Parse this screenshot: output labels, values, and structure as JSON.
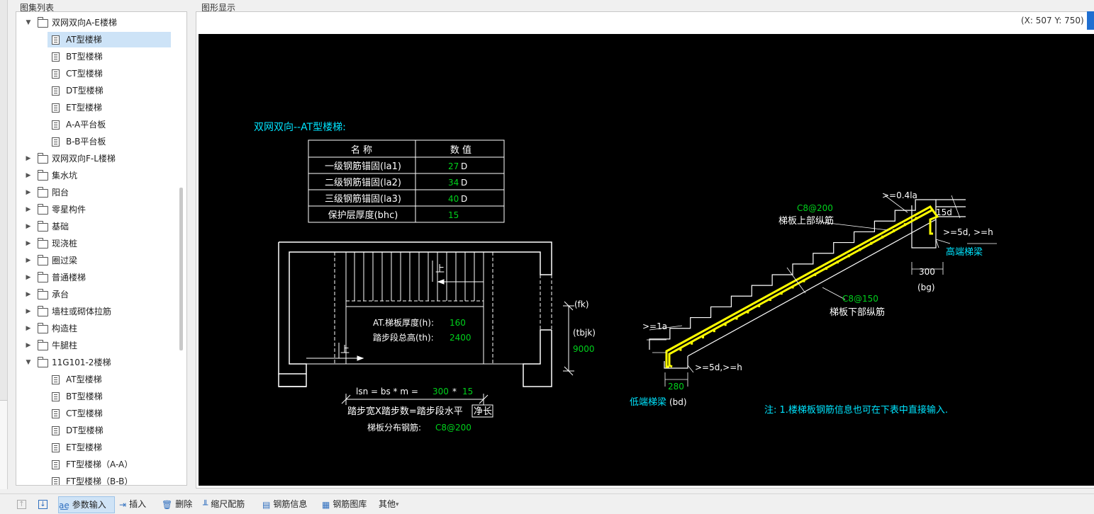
{
  "left_panel": {
    "title": "图集列表",
    "tree": [
      {
        "label": "双网双向A-E楼梯",
        "type": "folder",
        "expanded": true,
        "indent": 0
      },
      {
        "label": "AT型楼梯",
        "type": "doc",
        "indent": 1,
        "selected": true
      },
      {
        "label": "BT型楼梯",
        "type": "doc",
        "indent": 1
      },
      {
        "label": "CT型楼梯",
        "type": "doc",
        "indent": 1
      },
      {
        "label": "DT型楼梯",
        "type": "doc",
        "indent": 1
      },
      {
        "label": "ET型楼梯",
        "type": "doc",
        "indent": 1
      },
      {
        "label": "A-A平台板",
        "type": "doc",
        "indent": 1
      },
      {
        "label": "B-B平台板",
        "type": "doc",
        "indent": 1
      },
      {
        "label": "双网双向F-L楼梯",
        "type": "folder",
        "expanded": false,
        "indent": 0
      },
      {
        "label": "集水坑",
        "type": "folder",
        "expanded": false,
        "indent": 0
      },
      {
        "label": "阳台",
        "type": "folder",
        "expanded": false,
        "indent": 0
      },
      {
        "label": "零星构件",
        "type": "folder",
        "expanded": false,
        "indent": 0
      },
      {
        "label": "基础",
        "type": "folder",
        "expanded": false,
        "indent": 0
      },
      {
        "label": "现浇桩",
        "type": "folder",
        "expanded": false,
        "indent": 0
      },
      {
        "label": "圈过梁",
        "type": "folder",
        "expanded": false,
        "indent": 0
      },
      {
        "label": "普通楼梯",
        "type": "folder",
        "expanded": false,
        "indent": 0
      },
      {
        "label": "承台",
        "type": "folder",
        "expanded": false,
        "indent": 0
      },
      {
        "label": "墙柱或砌体拉筋",
        "type": "folder",
        "expanded": false,
        "indent": 0
      },
      {
        "label": "构造柱",
        "type": "folder",
        "expanded": false,
        "indent": 0
      },
      {
        "label": "牛腿柱",
        "type": "folder",
        "expanded": false,
        "indent": 0
      },
      {
        "label": "11G101-2楼梯",
        "type": "folder",
        "expanded": true,
        "indent": 0
      },
      {
        "label": "AT型楼梯",
        "type": "doc",
        "indent": 1
      },
      {
        "label": "BT型楼梯",
        "type": "doc",
        "indent": 1
      },
      {
        "label": "CT型楼梯",
        "type": "doc",
        "indent": 1
      },
      {
        "label": "DT型楼梯",
        "type": "doc",
        "indent": 1
      },
      {
        "label": "ET型楼梯",
        "type": "doc",
        "indent": 1
      },
      {
        "label": "FT型楼梯（A-A）",
        "type": "doc",
        "indent": 1
      },
      {
        "label": "FT型楼梯（B-B）",
        "type": "doc",
        "indent": 1
      }
    ]
  },
  "right_panel": {
    "title": "图形显示",
    "coordinates": "(X: 507 Y: 750)"
  },
  "drawing": {
    "heading": "双网双向--AT型楼梯:",
    "table_header": {
      "name": "名 称",
      "value": "数 值"
    },
    "table_rows": [
      {
        "name": "一级钢筋锚固(la1)",
        "value": "27",
        "unit": "D"
      },
      {
        "name": "二级钢筋锚固(la2)",
        "value": "34",
        "unit": "D"
      },
      {
        "name": "三级钢筋锚固(la3)",
        "value": "40",
        "unit": "D"
      },
      {
        "name": "保护层厚度(bhc)",
        "value": "15",
        "unit": ""
      }
    ],
    "plan": {
      "up1": "上",
      "up2": "上",
      "thickness_label": "AT.梯板厚度(h):",
      "thickness_value": "160",
      "height_label": "踏步段总高(th):",
      "height_value": "2400",
      "fk": "(fk)",
      "tbjk": "(tbjk)",
      "width_value": "9000",
      "lsn_label": "lsn = bs * m =",
      "lsn_bs": "300",
      "lsn_star": "*",
      "lsn_m": "15",
      "lsn_desc": "踏步宽X踏步数=踏步段水平",
      "lsn_desc_boxed": "净长",
      "dist_label": "梯板分布钢筋:",
      "dist_value": "C8@200"
    },
    "section": {
      "top_anchor": ">=0.4la",
      "d15": "15d",
      "top_bar_spec": "C8@200",
      "top_bar_label": "梯板上部纵筋",
      "top_hook": ">=5d, >=h",
      "high_beam": "高端梯梁",
      "high_width": "300",
      "bg": "(bg)",
      "bottom_bar_spec": "C8@150",
      "bottom_bar_label": "梯板下部纵筋",
      "la": ">=1a",
      "bottom_hook": ">=5d,>=h",
      "low_width": "280",
      "low_beam": "低端梯梁",
      "bd": "(bd)"
    },
    "note": "注: 1.楼梯板钢筋信息也可在下表中直接输入.",
    "colors": {
      "background": "#000000",
      "line": "#ffffff",
      "cyan": "#00e5ff",
      "green": "#00d21c",
      "rebar": "#ffff00"
    }
  },
  "toolbar": {
    "items": [
      {
        "key": "up",
        "label": "",
        "icon": "arrow-up-icon"
      },
      {
        "key": "down",
        "label": "",
        "icon": "arrow-down-icon"
      },
      {
        "key": "param",
        "label": "参数输入",
        "icon": "param-input-icon",
        "active": true
      },
      {
        "key": "insert",
        "label": "插入",
        "icon": "insert-icon"
      },
      {
        "key": "delete",
        "label": "删除",
        "icon": "trash-icon"
      },
      {
        "key": "scale",
        "label": "缩尺配筋",
        "icon": "scale-rebar-icon"
      },
      {
        "key": "info",
        "label": "钢筋信息",
        "icon": "rebar-info-icon"
      },
      {
        "key": "lib",
        "label": "钢筋图库",
        "icon": "rebar-library-icon"
      },
      {
        "key": "other",
        "label": "其他",
        "icon": "chevron-down-icon"
      }
    ]
  }
}
